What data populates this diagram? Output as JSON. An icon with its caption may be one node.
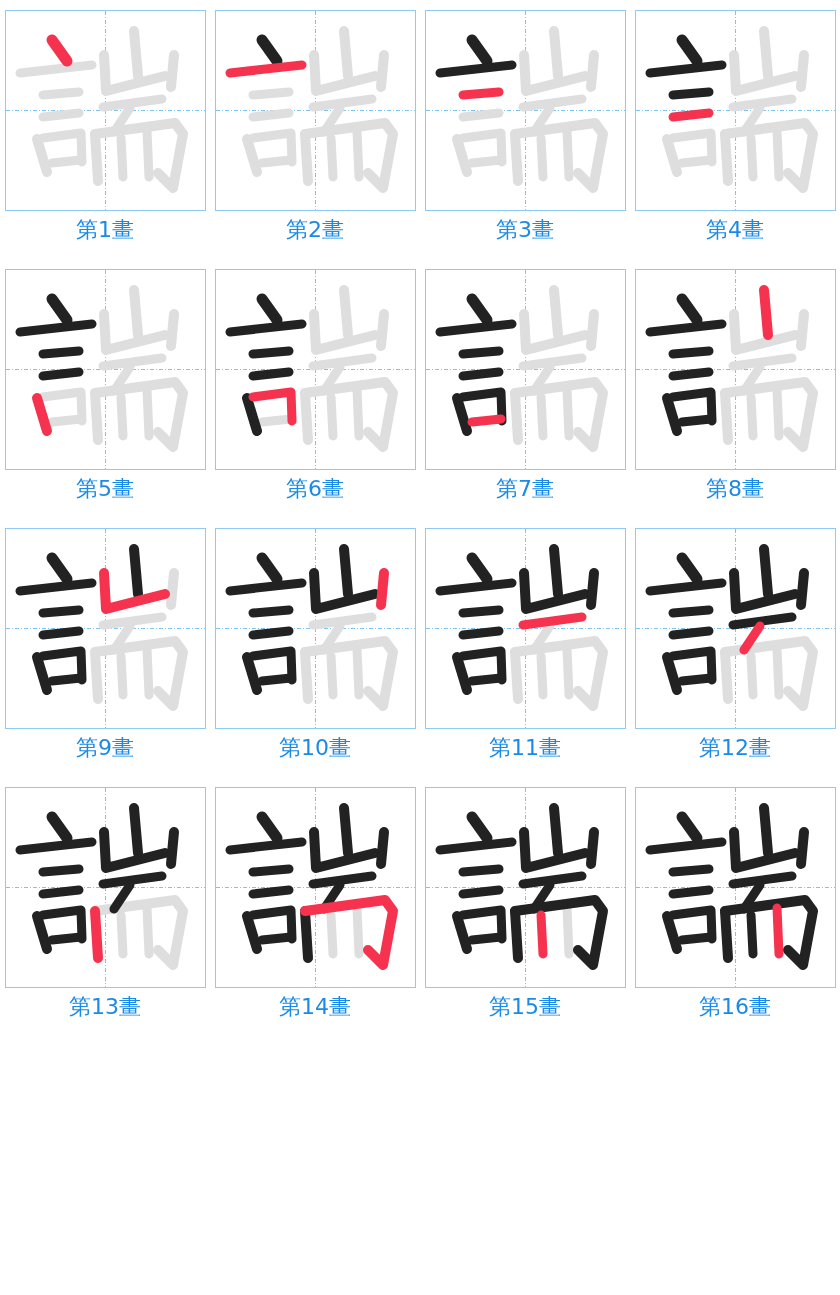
{
  "diagram": {
    "labels": [
      "第1畫",
      "第2畫",
      "第3畫",
      "第4畫",
      "第5畫",
      "第6畫",
      "第7畫",
      "第8畫",
      "第9畫",
      "第10畫",
      "第11畫",
      "第12畫",
      "第13畫",
      "第14畫",
      "第15畫",
      "第16畫"
    ]
  }
}
